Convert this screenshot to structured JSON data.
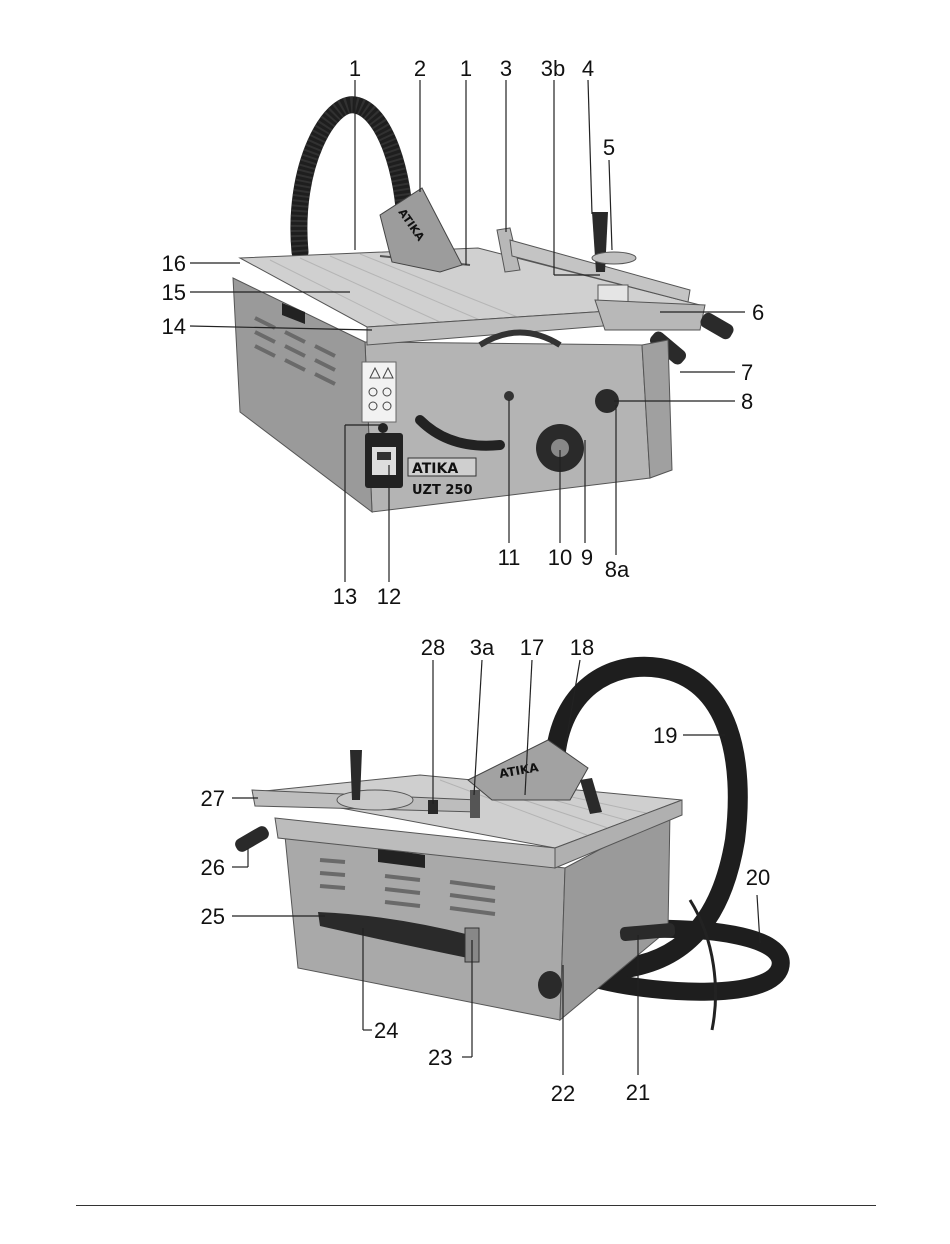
{
  "figure_top": {
    "brand": "ATIKA",
    "model": "UZT 250",
    "callouts": [
      "1",
      "2",
      "1",
      "3",
      "3b",
      "4",
      "5",
      "16",
      "15",
      "14",
      "6",
      "7",
      "8",
      "13",
      "12",
      "11",
      "10",
      "9",
      "8a"
    ]
  },
  "figure_bottom": {
    "brand": "ATIKA",
    "callouts": [
      "28",
      "3a",
      "17",
      "18",
      "19",
      "27",
      "26",
      "25",
      "20",
      "24",
      "23",
      "22",
      "21"
    ]
  },
  "colors": {
    "hose": "#1e1e1e",
    "housing": "#a9a9a9",
    "table": "#cfcfcf",
    "dark_part": "#2a2a2a"
  }
}
